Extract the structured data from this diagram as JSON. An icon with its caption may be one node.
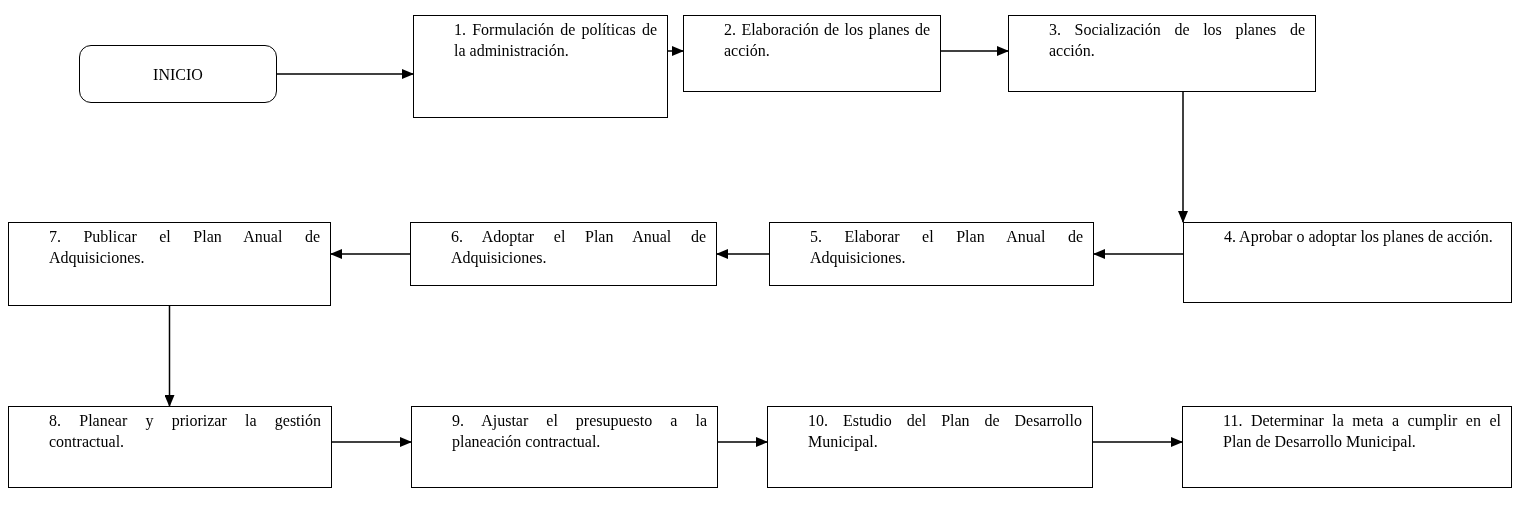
{
  "diagram": {
    "nodes": [
      {
        "text": [
          "INICIO"
        ]
      },
      {
        "text": [
          "1. Formulación de políticas de la administración."
        ]
      },
      {
        "text": [
          "2. Elaboración de los planes de acción."
        ]
      },
      {
        "text": [
          "3. Socialización de los planes de acción."
        ]
      },
      {
        "text": [
          "4. Aprobar o adoptar los planes de acción."
        ]
      },
      {
        "text": [
          "5. Elaborar el Plan Anual de Adquisiciones."
        ]
      },
      {
        "text": [
          "6. Adoptar el Plan Anual de Adquisiciones."
        ]
      },
      {
        "text": [
          "7. Publicar el Plan Anual de Adquisiciones."
        ]
      },
      {
        "text": [
          "8. Planear y priorizar la gestión contractual."
        ]
      },
      {
        "text": [
          "9. Ajustar el presupuesto a la planeación contractual."
        ]
      },
      {
        "text": [
          "10. Estudio del Plan de Desarrollo Municipal."
        ]
      },
      {
        "text": [
          "11. Determinar la meta a cumplir en el Plan de Desarrollo Municipal."
        ]
      }
    ],
    "edges": [
      {
        "from": 0,
        "to": 1,
        "arrow": "to"
      },
      {
        "from": 1,
        "to": 2,
        "arrow": "to"
      },
      {
        "from": 2,
        "to": 3,
        "arrow": "to"
      },
      {
        "from": 3,
        "to": 4,
        "arrow": "to"
      },
      {
        "from": 4,
        "to": 5,
        "arrow": "to"
      },
      {
        "from": 5,
        "to": 6,
        "arrow": "to"
      },
      {
        "from": 6,
        "to": 7,
        "arrow": "to"
      },
      {
        "from": 7,
        "to": 8,
        "arrow": "to"
      },
      {
        "from": 8,
        "to": 9,
        "arrow": "to"
      },
      {
        "from": 9,
        "to": 10,
        "arrow": "to"
      },
      {
        "from": 10,
        "to": 11,
        "arrow": "to"
      }
    ]
  }
}
